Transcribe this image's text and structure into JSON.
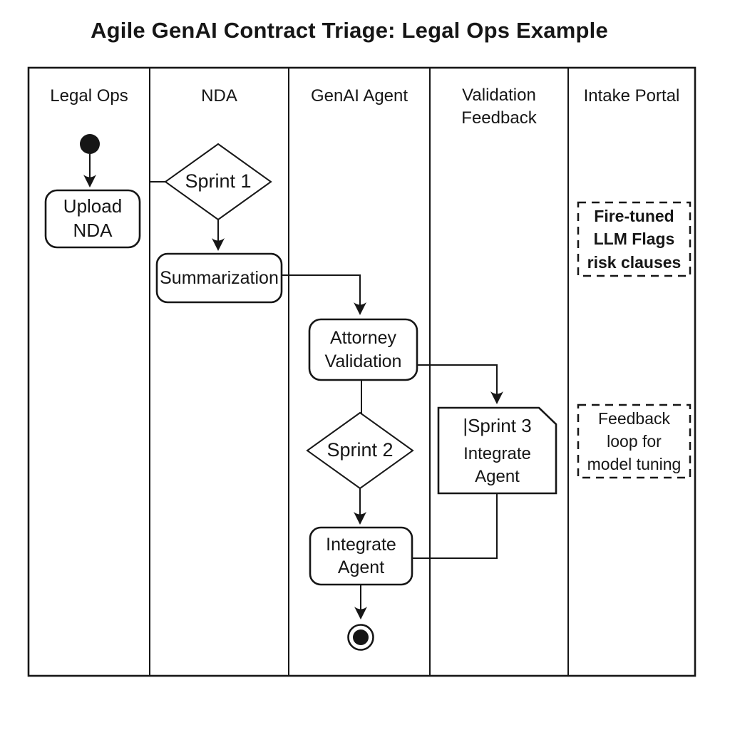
{
  "title": "Agile GenAI Contract Triage: Legal Ops Example",
  "lanes": [
    {
      "label": "Legal Ops"
    },
    {
      "label": "NDA"
    },
    {
      "label": "GenAI Agent"
    },
    {
      "label": "Validation\nFeedback"
    },
    {
      "label": "Intake Portal"
    }
  ],
  "nodes": {
    "upload_nda": {
      "label": "Upload\nNDA"
    },
    "sprint1": {
      "label": "Sprint 1"
    },
    "summarization": {
      "label": "Summarization"
    },
    "attorney_validation": {
      "label": "Attorney\nValidation"
    },
    "sprint2": {
      "label": "Sprint 2"
    },
    "sprint3": {
      "title": "|Sprint 3",
      "body": "Integrate\nAgent"
    },
    "integrate_agent": {
      "label": "Integrate\nAgent"
    },
    "note_fine_tuned": {
      "label": "Fire-tuned\nLLM Flags\nrisk clauses"
    },
    "note_feedback": {
      "label": "Feedback\nloop for\nmodel tuning"
    }
  },
  "colors": {
    "line": "#161616",
    "background": "#ffffff"
  }
}
